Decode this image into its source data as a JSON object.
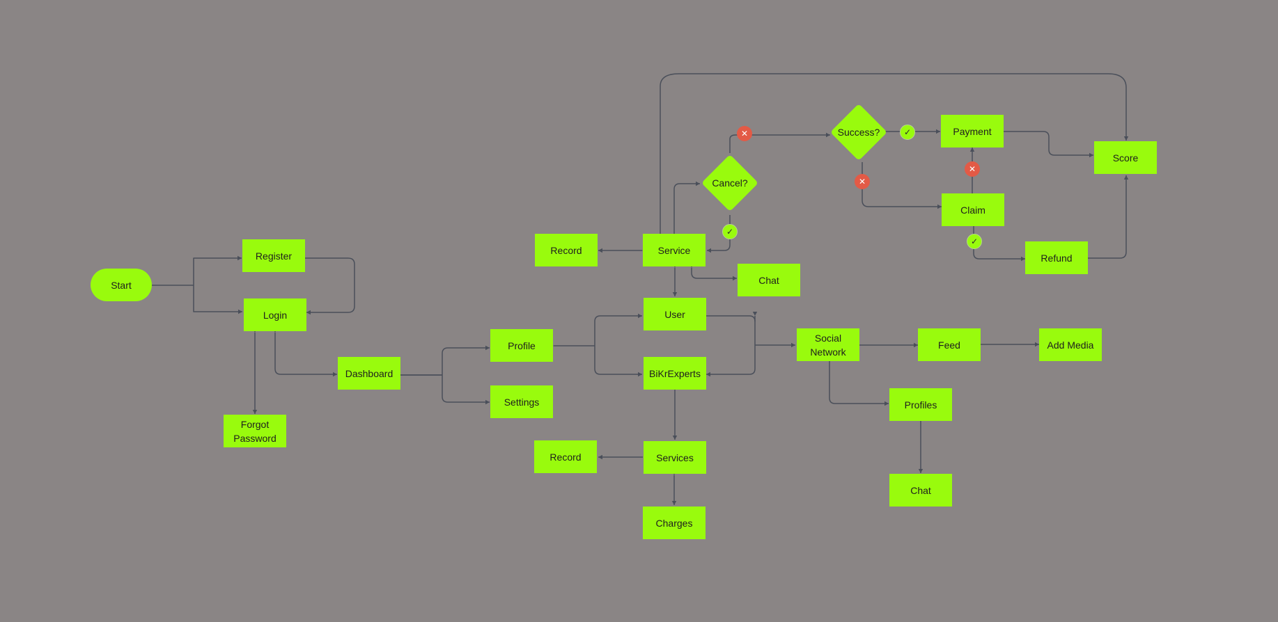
{
  "colors": {
    "background": "#8a8585",
    "node_fill": "#99fb0d",
    "connector": "#4a4f5a",
    "yes_badge": "#99fb0d",
    "no_badge": "#e35a46"
  },
  "nodes": {
    "start": "Start",
    "register": "Register",
    "login": "Login",
    "forgot_password": "Forgot Password",
    "dashboard": "Dashboard",
    "profile": "Profile",
    "settings": "Settings",
    "user": "User",
    "bikrexperts": "BiKrExperts",
    "services": "Services",
    "record_services": "Record",
    "charges": "Charges",
    "service": "Service",
    "record_service": "Record",
    "chat_service": "Chat",
    "cancel": "Cancel?",
    "success": "Success?",
    "payment": "Payment",
    "claim": "Claim",
    "refund": "Refund",
    "score": "Score",
    "social_network": "Social Network",
    "feed": "Feed",
    "add_media": "Add Media",
    "profiles": "Profiles",
    "chat_social": "Chat"
  },
  "badges": {
    "yes_icon": "check-icon",
    "no_icon": "cross-icon",
    "yes_glyph": "✓",
    "no_glyph": "✕"
  }
}
